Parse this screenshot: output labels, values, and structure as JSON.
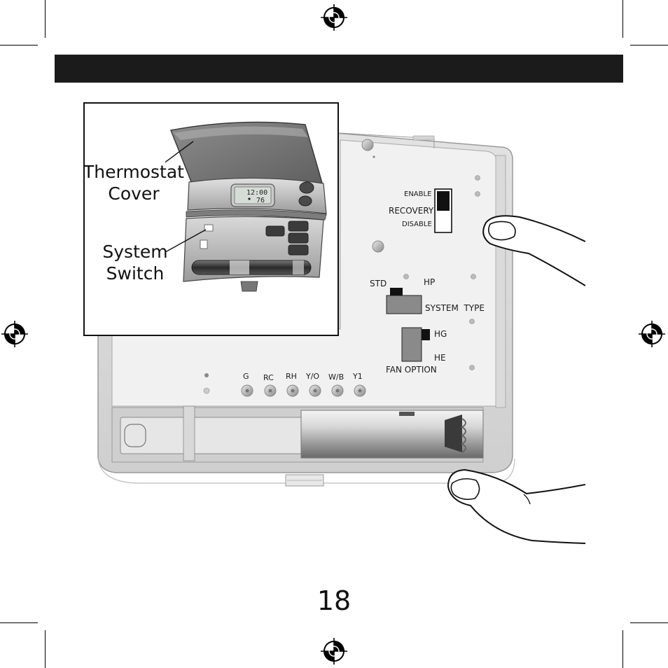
{
  "inset": {
    "cover_label": "Thermostat\nCover",
    "switch_label": "System\nSwitch",
    "lcd_time": "12:00",
    "lcd_temp": "76"
  },
  "board": {
    "recovery": {
      "enable": "ENABLE",
      "label": "RECOVERY",
      "disable": "DISABLE"
    },
    "system_type": {
      "std": "STD",
      "hp": "HP",
      "label": "SYSTEM  TYPE"
    },
    "fan_option": {
      "hg": "HG",
      "he": "HE",
      "label": "FAN OPTION"
    },
    "terminals": [
      "G",
      "RC",
      "RH",
      "Y/O",
      "W/B",
      "Y1"
    ]
  },
  "page_number": "18",
  "colors": {
    "header_bar": "#1b1b1b",
    "switch_dark": "#111111",
    "switch_body": "#8a8a8a"
  },
  "icons": [
    "registration-mark-icon"
  ]
}
